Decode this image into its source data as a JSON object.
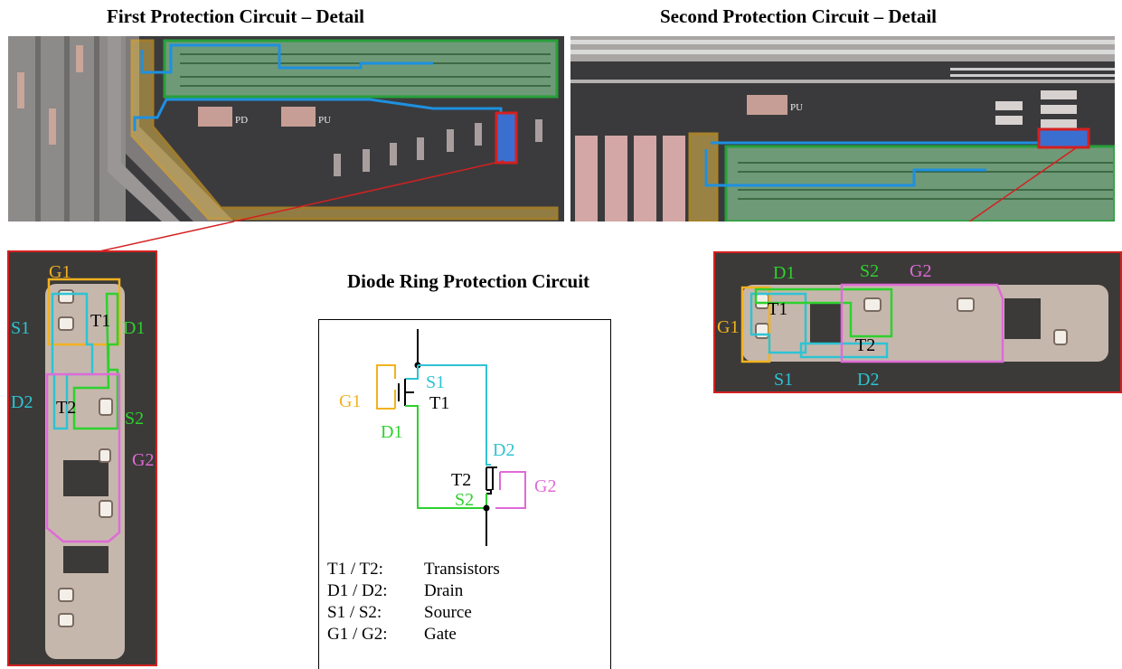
{
  "titles": {
    "first": "First Protection Circuit – Detail",
    "second": "Second Protection Circuit – Detail",
    "diode": "Diode Ring Protection Circuit"
  },
  "chip_labels": {
    "pd": "PD",
    "pu": "PU",
    "pu2": "PU"
  },
  "detail_left": {
    "g1": "G1",
    "s1": "S1",
    "t1": "T1",
    "d1": "D1",
    "d2": "D2",
    "t2": "T2",
    "s2": "S2",
    "g2": "G2"
  },
  "detail_right": {
    "d1": "D1",
    "s2": "S2",
    "g2": "G2",
    "t1": "T1",
    "g1": "G1",
    "t2": "T2",
    "s1": "S1",
    "d2": "D2"
  },
  "schematic": {
    "s1": "S1",
    "g1": "G1",
    "t1": "T1",
    "d1": "D1",
    "d2": "D2",
    "t2": "T2",
    "g2": "G2",
    "s2": "S2"
  },
  "legend": [
    {
      "key": "T1 / T2:",
      "value": "Transistors"
    },
    {
      "key": "D1 / D2:",
      "value": "Drain"
    },
    {
      "key": "S1 / S2:",
      "value": "Source"
    },
    {
      "key": "G1 / G2:",
      "value": "Gate"
    }
  ],
  "colors": {
    "gate": "#f2b21e",
    "source": "#2ec3d3",
    "drain": "#2ed12e",
    "gate2": "#e06ad8",
    "trace": "#1e90e0",
    "highlight": "#d42020",
    "ring": "#27a03a",
    "die": "#3a3a3c"
  }
}
